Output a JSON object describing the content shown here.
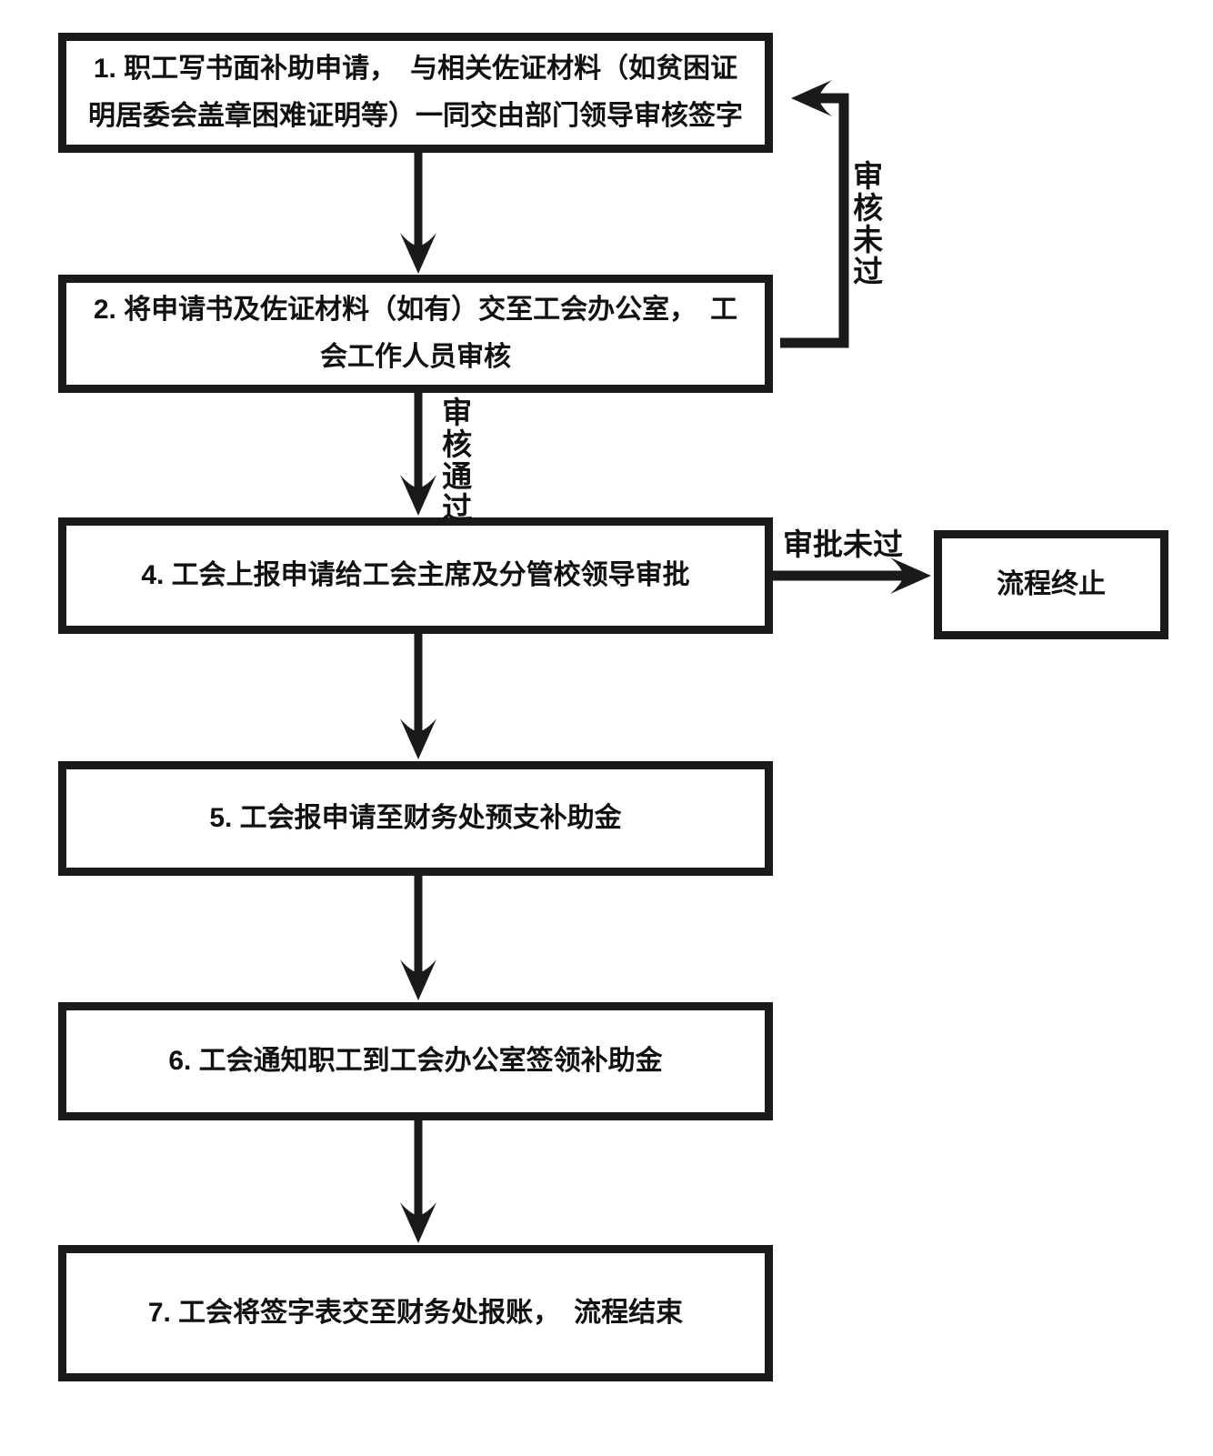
{
  "flowchart": {
    "steps": {
      "step1": "1. 职工写书面补助申请，　与相关佐证材料（如贫困证明居委会盖章困难证明等）一同交由部门领导审核签字",
      "step2": "2. 将申请书及佐证材料（如有）交至工会办公室，　工会工作人员审核",
      "step4": "4. 工会上报申请给工会主席及分管校领导审批",
      "step5": "5. 工会报申请至财务处预支补助金",
      "step6": "6. 工会通知职工到工会办公室签领补助金",
      "step7": "7. 工会将签字表交至财务处报账，　流程结束",
      "terminate": "流程终止"
    },
    "edge_labels": {
      "review_failed": "审核未过",
      "review_passed": "审核通过",
      "approval_failed": "审批未过"
    },
    "colors": {
      "line": "#1a1a1a",
      "background": "#ffffff",
      "box_fill": "#ffffff"
    }
  }
}
